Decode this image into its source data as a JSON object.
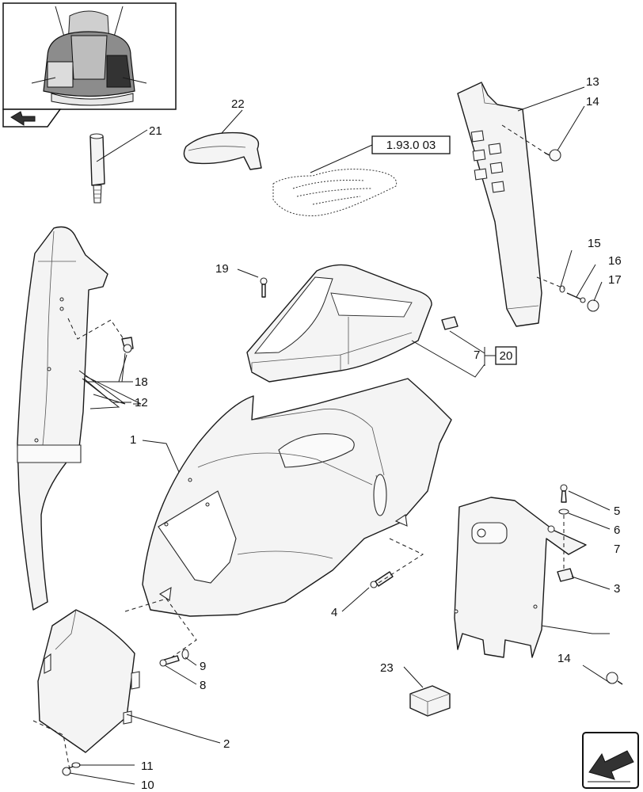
{
  "callouts": {
    "c1": "1",
    "c2": "2",
    "c3": "3",
    "c4": "4",
    "c5": "5",
    "c6": "6",
    "c7a": "7",
    "c7b": "7",
    "c8": "8",
    "c9": "9",
    "c10": "10",
    "c11": "11",
    "c12": "12",
    "c13": "13",
    "c14a": "14",
    "c14b": "14",
    "c15": "15",
    "c16": "16",
    "c17": "17",
    "c18": "18",
    "c19": "19",
    "c20": "20",
    "c21": "21",
    "c22": "22",
    "c23": "23",
    "ref": "1.93.0 03"
  },
  "icons": {
    "thumbnail": "tractor-cab-thumbnail-icon",
    "corner": "page-turn-arrow-icon",
    "nav": "next-page-arrow-icon"
  },
  "colors": {
    "line": "#1a1a1a",
    "fill": "#f4f4f4"
  }
}
